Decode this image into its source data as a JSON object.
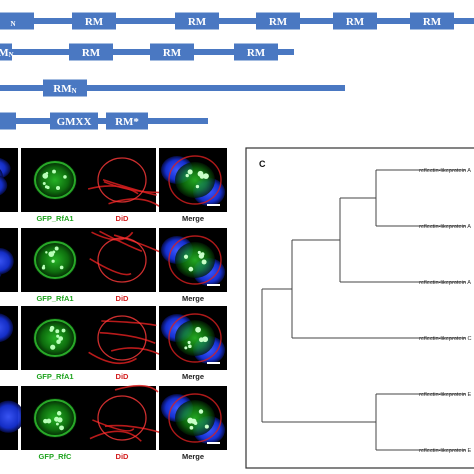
{
  "domain_panels": {
    "rows": [
      {
        "boxes": [
          {
            "text": "",
            "sub": "N"
          },
          {
            "text": "RM",
            "sub": ""
          },
          {
            "text": "RM",
            "sub": ""
          },
          {
            "text": "RM",
            "sub": ""
          },
          {
            "text": "RM",
            "sub": ""
          },
          {
            "text": "RM",
            "sub": ""
          }
        ]
      },
      {
        "boxes": [
          {
            "text": "RM",
            "sub": "N"
          },
          {
            "text": "RM",
            "sub": ""
          },
          {
            "text": "RM",
            "sub": ""
          },
          {
            "text": "RM",
            "sub": ""
          }
        ]
      },
      {
        "boxes": [
          {
            "text": "RM",
            "sub": "N"
          }
        ]
      },
      {
        "boxes": [
          {
            "text": "",
            "sub": ""
          },
          {
            "text": "GMXX",
            "sub": ""
          },
          {
            "text": "RM*",
            "sub": ""
          }
        ]
      }
    ]
  },
  "micrographs": {
    "rows": [
      {
        "labels": [
          "",
          "GFP_RfA1",
          "DiD",
          "Merge"
        ]
      },
      {
        "labels": [
          "",
          "GFP_RfA1",
          "DiD",
          "Merge"
        ]
      },
      {
        "labels": [
          "",
          "GFP_RfA1",
          "DiD",
          "Merge"
        ]
      },
      {
        "labels": [
          "",
          "GFP_RfC",
          "DiD",
          "Merge"
        ]
      }
    ],
    "colors": {
      "nucleus": "#1f3cff",
      "gfp": "#27d827",
      "did": "#d81f1f"
    }
  },
  "tree_panel": {
    "letter": "C",
    "leaves": [
      "reflectin-likeprotein A",
      "reflectin-likeprotein A",
      "reflectin-likeprotein A",
      "reflectin-likeprotein C",
      "reflectin-likeprotein E",
      "reflectin-likeprotein E"
    ]
  },
  "colors": {
    "domain_blue": "#4a78c2",
    "tree_line": "#444444"
  }
}
